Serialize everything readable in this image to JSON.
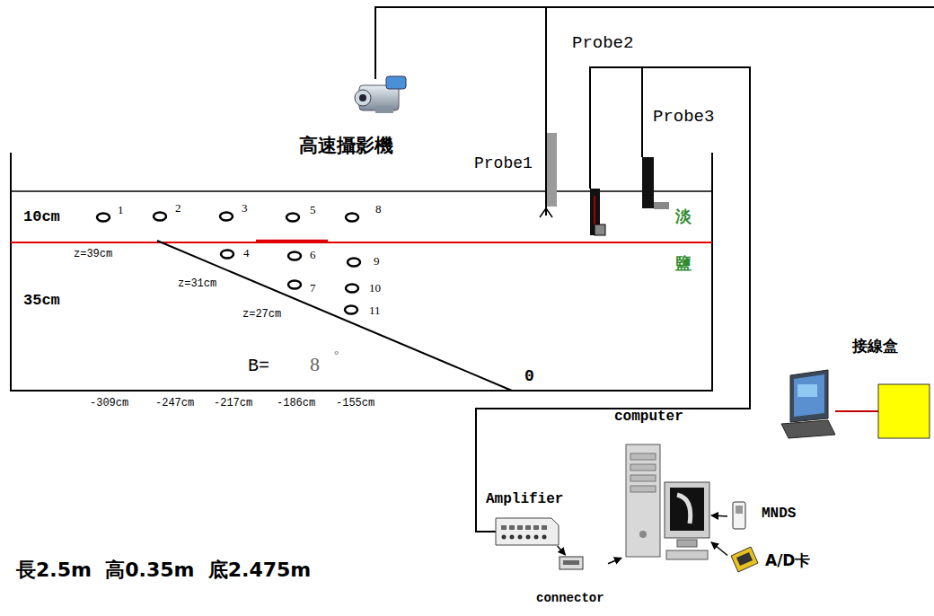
{
  "diagram": {
    "nodes": [
      {
        "text": [
          "computer"
        ]
      },
      {
        "text": [
          "Amplifier"
        ]
      },
      {
        "text": [
          "connector"
        ]
      },
      {
        "text": [
          "MNDS"
        ]
      },
      {
        "text": [
          "A/D卡"
        ]
      },
      {
        "text": [
          "接線盒"
        ]
      }
    ],
    "edges": [
      {
        "from": 1,
        "to": 2,
        "arrow": "to"
      },
      {
        "from": 2,
        "to": 0,
        "arrow": "to"
      },
      {
        "from": 3,
        "to": 0,
        "arrow": "to"
      },
      {
        "from": 4,
        "to": 0,
        "arrow": "to"
      }
    ],
    "labels": [
      "高速攝影機",
      "Probe2",
      "Probe3",
      "Probe1",
      "10cm",
      "淡",
      "鹽",
      "35cm",
      "1",
      "2",
      "3",
      "5",
      "8",
      "4",
      "6",
      "9",
      "7",
      "10",
      "11",
      "z=39cm",
      "z=31cm",
      "z=27cm",
      "B=",
      "8",
      "°",
      "0",
      "-309cm",
      "-247cm",
      "-217cm",
      "-186cm",
      "-155cm",
      "長2.5m  高0.35m  底2.475m"
    ]
  }
}
